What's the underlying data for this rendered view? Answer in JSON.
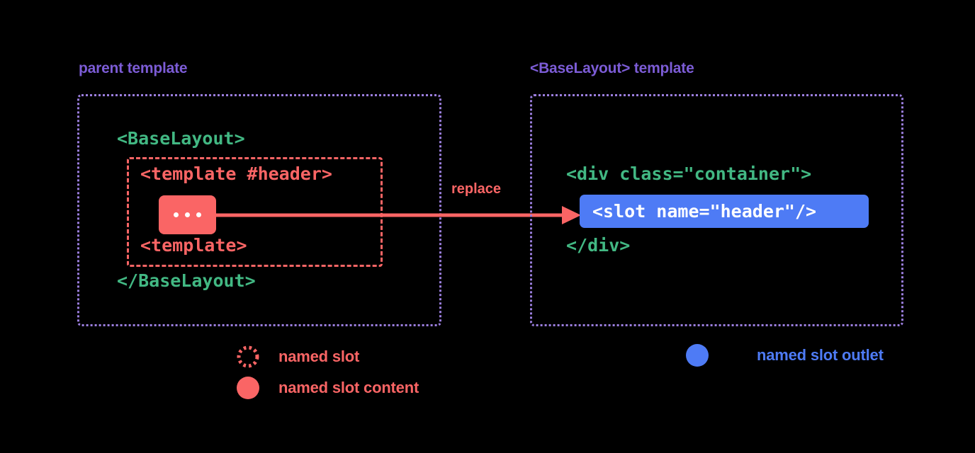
{
  "panels": {
    "left": {
      "title": "parent template",
      "lines": {
        "component_open": "<BaseLayout>",
        "component_close": "</BaseLayout>",
        "template_open": "<template #header>",
        "template_close": "<template>"
      },
      "slot_content_chip": "..."
    },
    "right": {
      "title": "<BaseLayout> template",
      "lines": {
        "div_open": "<div class=\"container\">",
        "div_close": "</div>",
        "slot_outlet": "<slot name=\"header\"/>"
      }
    }
  },
  "arrow": {
    "label": "replace"
  },
  "legend": [
    {
      "label": "named slot",
      "swatch": "dashed-circle-icon",
      "color": "#fa6565"
    },
    {
      "label": "named slot content",
      "swatch": "filled-circle-icon",
      "color": "#fa6565"
    },
    {
      "label": "named slot outlet",
      "swatch": "blue-circle-icon",
      "color": "#4e7bf5"
    }
  ],
  "colors": {
    "background": "#000000",
    "panel_border": "#9b7ede",
    "heading": "#7c5cd6",
    "code_green": "#42b883",
    "code_red": "#fa6565",
    "slot_outlet_blue": "#4e7bf5",
    "white": "#ffffff"
  }
}
